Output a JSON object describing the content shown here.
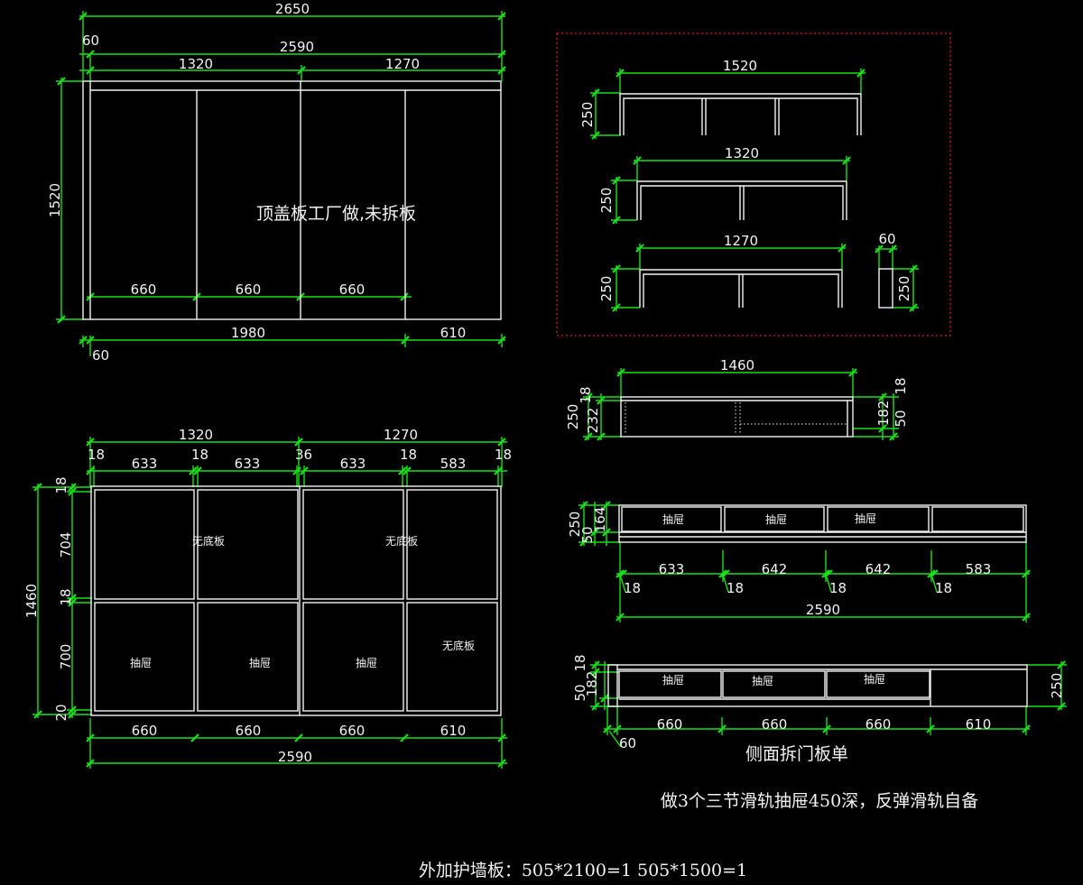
{
  "top_plan": {
    "dim_overall": "2650",
    "dim_inner": "2590",
    "dim_left_offset": "60",
    "dim_left_group": "1320",
    "dim_right_group": "1270",
    "dim_height": "1520",
    "bay_widths": [
      "660",
      "660",
      "660"
    ],
    "dim_bottom_main": "1980",
    "dim_bottom_right": "610",
    "dim_bottom_offset": "60",
    "note": "顶盖板工厂做,未拆板"
  },
  "front_view": {
    "dim_left_group": "1320",
    "dim_right_group": "1270",
    "gaps": [
      "18",
      "18",
      "36",
      "18",
      "18"
    ],
    "panel_widths": [
      "633",
      "633",
      "633",
      "583"
    ],
    "dim_total_height": "1460",
    "height_dims": [
      "18",
      "704",
      "18",
      "700",
      "20"
    ],
    "upper_labels": [
      "无底板",
      "无底板"
    ],
    "lower_labels": [
      "抽屉",
      "抽屉",
      "抽屉",
      "无底板"
    ],
    "bottom_widths": [
      "660",
      "660",
      "660",
      "610"
    ],
    "dim_bottom_total": "2590"
  },
  "frames": {
    "frame_1": {
      "width": "1520",
      "height": "250"
    },
    "frame_2": {
      "width": "1320",
      "height": "250"
    },
    "frame_3": {
      "width": "1270",
      "height": "250"
    },
    "post": {
      "width": "60",
      "height": "250"
    }
  },
  "drawer_box": {
    "width": "1460",
    "left_dims": [
      "250",
      "232",
      "18"
    ],
    "right_dims": [
      "182",
      "50",
      "18"
    ]
  },
  "drawer_strip_1": {
    "left_dims": [
      "250",
      "50",
      "164"
    ],
    "labels": [
      "抽屉",
      "抽屉",
      "抽屉"
    ],
    "widths": [
      "633",
      "642",
      "642",
      "583"
    ],
    "gaps": [
      "18",
      "18",
      "18",
      "18"
    ],
    "dim_total": "2590"
  },
  "drawer_strip_2": {
    "left_dims": [
      "50",
      "182",
      "18"
    ],
    "labels": [
      "抽屉",
      "抽屉",
      "抽屉"
    ],
    "widths": [
      "660",
      "660",
      "660",
      "610"
    ],
    "offset": "60",
    "right_dim": "250"
  },
  "notes": {
    "side_door_list": "侧面拆门板单",
    "drawer_note": "做3个三节滑轨抽屉450深，反弹滑轨自备",
    "wall_panel_note": "外加护墙板：505*2100=1   505*1500=1"
  },
  "colors": {
    "background": "#000000",
    "lines": "#f2f2f2",
    "dimensions": "#19e019",
    "selection": "#d02020"
  }
}
